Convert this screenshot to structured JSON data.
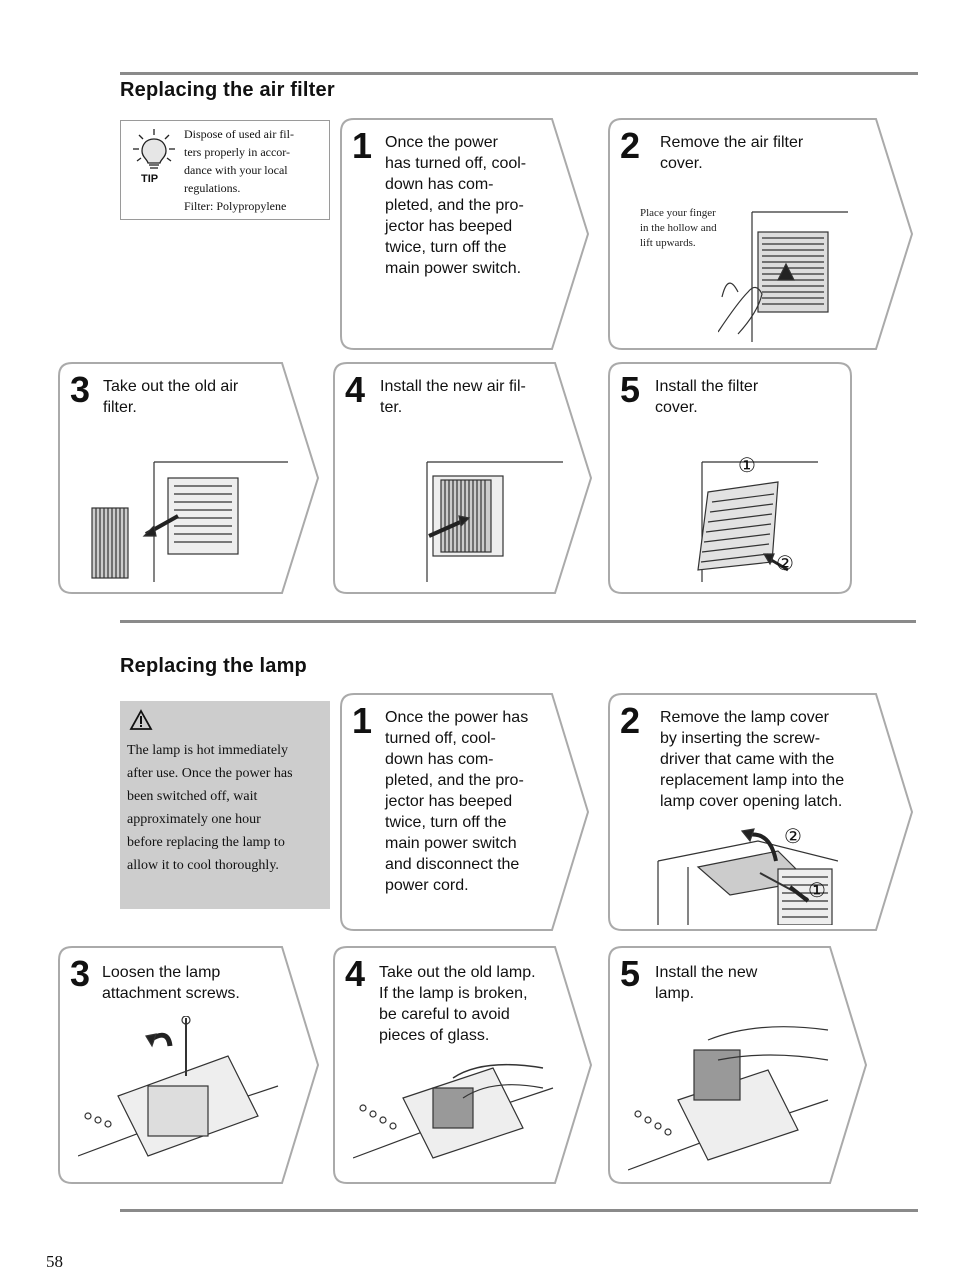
{
  "air_filter": {
    "title": "Replacing the air filter",
    "tip": {
      "label": "TIP",
      "text": "Dispose of used air fil-\nters properly in accor-\ndance with your local\nregulations.\nFilter: Polypropylene"
    },
    "steps": [
      {
        "num": "1",
        "text": "Once the power\nhas turned off, cool-\ndown has com-\npleted, and the pro-\njector has beeped\ntwice, turn off the\nmain power switch."
      },
      {
        "num": "2",
        "text": "Remove the air filter\ncover.",
        "callout": "Place your finger\nin the hollow and\nlift upwards."
      },
      {
        "num": "3",
        "text": "Take out the old air\nfilter."
      },
      {
        "num": "4",
        "text": "Install the new air fil-\nter."
      },
      {
        "num": "5",
        "text": "Install the filter\ncover.",
        "markers": [
          "①",
          "②"
        ]
      }
    ]
  },
  "lamp": {
    "title": "Replacing the lamp",
    "warning": {
      "icon": "warning-triangle-icon",
      "text": "The lamp is hot immediately\nafter use. Once the power has\nbeen switched off, wait\napproximately one hour\nbefore replacing the lamp to\nallow it to cool thoroughly."
    },
    "steps": [
      {
        "num": "1",
        "text": "Once the power has\nturned off, cool-\ndown has com-\npleted, and the pro-\njector has beeped\ntwice, turn off the\nmain power switch\nand disconnect the\npower cord."
      },
      {
        "num": "2",
        "text": "Remove the lamp cover\nby inserting the screw-\ndriver that came with the\nreplacement lamp into the\nlamp cover opening latch.",
        "markers": [
          "②",
          "①"
        ]
      },
      {
        "num": "3",
        "text": "Loosen the lamp\nattachment screws."
      },
      {
        "num": "4",
        "text": "Take out the old lamp.\nIf the lamp is broken,\nbe careful to avoid\npieces of glass."
      },
      {
        "num": "5",
        "text": "Install the new\nlamp."
      }
    ]
  },
  "page_number": "58"
}
